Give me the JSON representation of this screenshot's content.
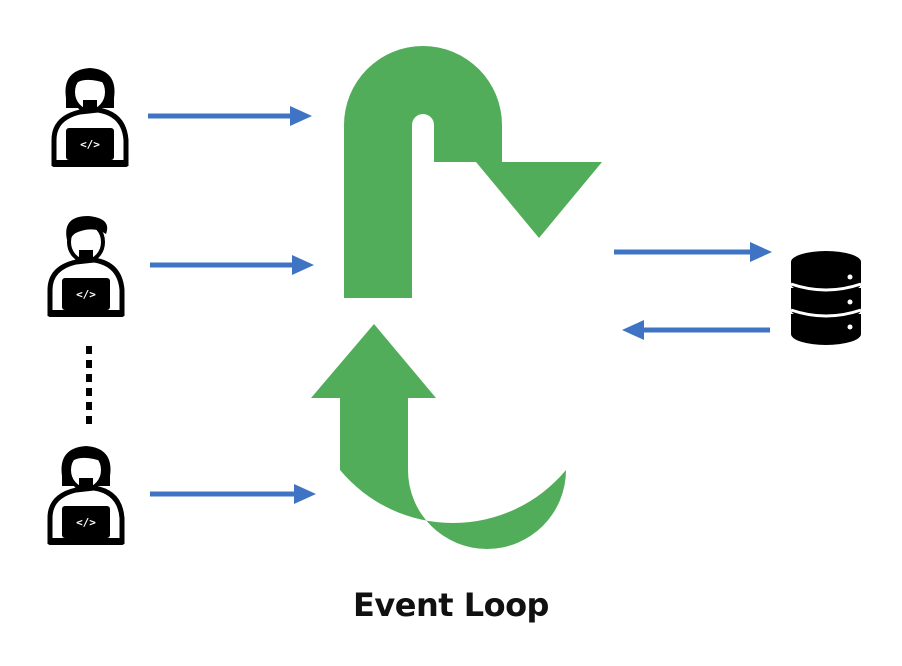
{
  "diagram": {
    "caption": "Event Loop",
    "laptop_code_text": "</>",
    "colors": {
      "loop": "#52ad5b",
      "arrow": "#3f73c3",
      "icon": "#000000",
      "background": "#ffffff"
    },
    "clients": [
      {
        "icon": "developer-female-icon"
      },
      {
        "icon": "developer-male-icon"
      },
      {
        "icon": "developer-female-icon"
      }
    ],
    "ellipsis": "vertical-dots",
    "database": {
      "icon": "database-server-icon"
    },
    "loop": {
      "icon": "circular-arrows-s-shape"
    }
  }
}
